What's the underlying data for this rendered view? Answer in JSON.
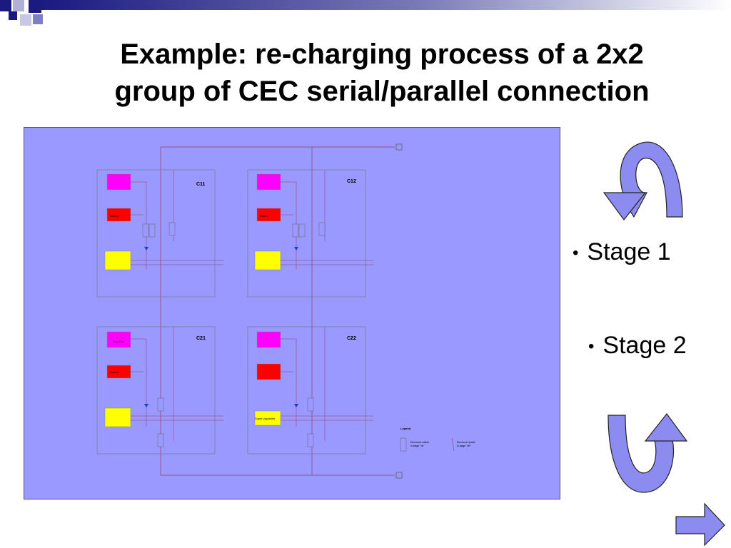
{
  "slide": {
    "title_line1": "Example: re-charging process of a 2x2",
    "title_line2": "group of CEC serial/parallel connection"
  },
  "diagram": {
    "cells": [
      {
        "id": "C11",
        "label": "C11",
        "source_label": "",
        "battery_label": "Battery",
        "cap_label": ""
      },
      {
        "id": "C12",
        "label": "C12",
        "source_label": "",
        "battery_label": "Battery",
        "cap_label": ""
      },
      {
        "id": "C21",
        "label": "C21",
        "source_label": "Fuel Cell",
        "battery_label": "Battery",
        "cap_label": ""
      },
      {
        "id": "C22",
        "label": "C22",
        "source_label": "",
        "battery_label": "",
        "cap_label": "Super-capacitor"
      }
    ],
    "legend": {
      "title": "Legend",
      "on_label_1": "Electronic switch",
      "on_label_2": "in stage \"on\"",
      "off_label_1": "Electronic switch",
      "off_label_2": "in stage \"off\""
    }
  },
  "bullets": {
    "stage1": "Stage 1",
    "stage2": "Stage 2"
  },
  "colors": {
    "diagram_bg": "#9999ff",
    "source_magenta": "#ff00ff",
    "battery_red": "#ff0000",
    "cap_yellow": "#ffff00",
    "arrow_fill": "#8c8cf0",
    "arrow_dark": "#7777d8",
    "wire": "#9b3a5a"
  }
}
